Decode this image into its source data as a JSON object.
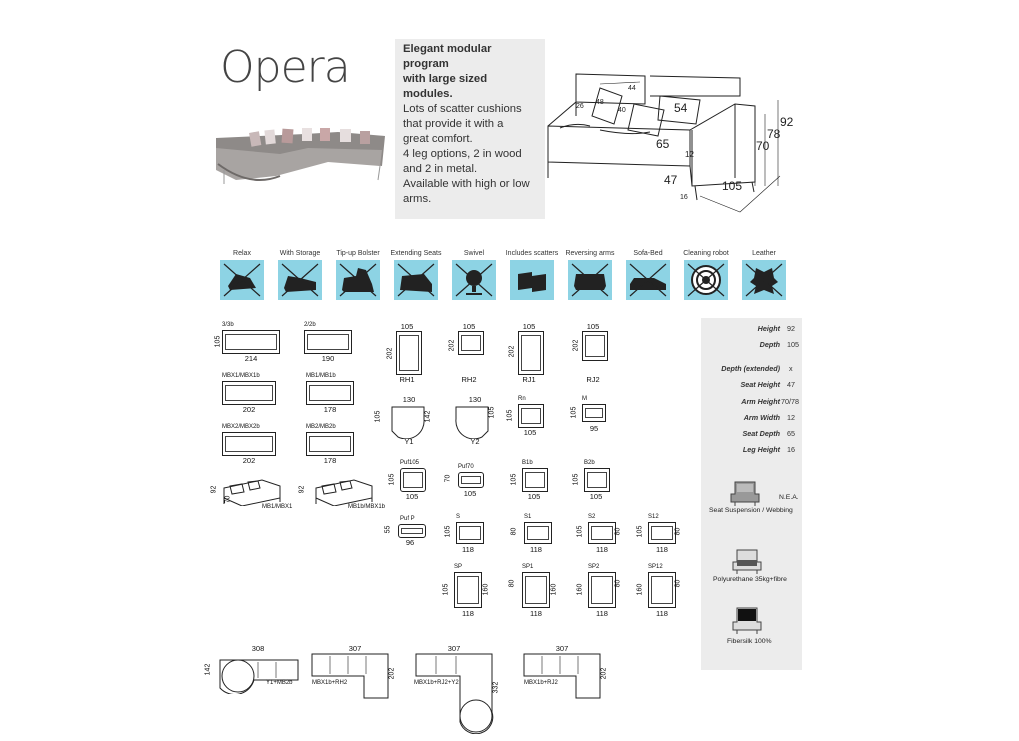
{
  "title": "Opera",
  "description": {
    "bold_line1": "Elegant modular program",
    "bold_line2": "with large sized modules.",
    "lines": [
      "Lots of scatter cushions",
      "that provide it with a",
      "great comfort.",
      "4 leg options, 2 in wood",
      "and 2 in metal.",
      "Available with high or low",
      "arms."
    ]
  },
  "dimensions": {
    "d44": "44",
    "d26": "26",
    "d48": "48",
    "d40": "40",
    "d54": "54",
    "d65": "65",
    "d12": "12",
    "d92": "92",
    "d78": "78",
    "d70": "70",
    "d47": "47",
    "d16": "16",
    "d105": "105"
  },
  "features": [
    "Relax",
    "With Storage",
    "Tip-up Bolster",
    "Extending Seats",
    "Swivel",
    "Includes scatters",
    "Reversing arms",
    "Sofa-Bed",
    "Cleaning robot",
    "Leather"
  ],
  "modules": {
    "m1": {
      "name": "3/3b",
      "w": "214",
      "h": "105"
    },
    "m2": {
      "name": "2/2b",
      "w": "190"
    },
    "m3": {
      "name": "MBX1/MBX1b",
      "w": "202"
    },
    "m4": {
      "name": "MB1/MB1b",
      "w": "178"
    },
    "m5": {
      "name": "MBX2/MBX2b",
      "w": "202"
    },
    "m6": {
      "name": "MB2/MB2b",
      "w": "178"
    },
    "m7": {
      "name": "MB1/MBX1",
      "h1": "92",
      "h2": "70"
    },
    "m8": {
      "name": "MB1b/MBX1b",
      "h1": "92"
    },
    "rh1": {
      "name": "RH1",
      "w": "105",
      "h": "202"
    },
    "rh2": {
      "name": "RH2",
      "w": "105",
      "h": "202"
    },
    "rj1": {
      "name": "RJ1",
      "w": "105",
      "h": "202"
    },
    "rj2": {
      "name": "RJ2",
      "w": "105",
      "h": "202"
    },
    "y1": {
      "name": "Y1",
      "w": "130",
      "h1": "105",
      "h2": "142"
    },
    "y2": {
      "name": "Y2",
      "w": "130",
      "h": "105"
    },
    "rn": {
      "name": "Rn",
      "w": "105",
      "h": "105"
    },
    "m": {
      "name": "M",
      "w": "95",
      "h": "105"
    },
    "puf105": {
      "name": "Puf105",
      "w": "105",
      "h": "105"
    },
    "puf70": {
      "name": "Puf70",
      "w": "105",
      "h": "70"
    },
    "b1b": {
      "name": "B1b",
      "w": "105",
      "h": "105"
    },
    "b2b": {
      "name": "B2b",
      "w": "105",
      "h": "105"
    },
    "pufp": {
      "name": "Puf P",
      "w": "96",
      "h": "55"
    },
    "s": {
      "name": "S",
      "w": "118",
      "h": "105"
    },
    "s1": {
      "name": "S1",
      "w": "118",
      "h": "80"
    },
    "s2": {
      "name": "S2",
      "w": "118",
      "h": "105",
      "h2": "80"
    },
    "s12": {
      "name": "S12",
      "w": "118",
      "h": "105",
      "h2": "80"
    },
    "sp": {
      "name": "SP",
      "w": "118",
      "h": "105",
      "h2": "160"
    },
    "sp1": {
      "name": "SP1",
      "w": "118",
      "h": "80",
      "h2": "160"
    },
    "sp2": {
      "name": "SP2",
      "w": "118",
      "h": "160",
      "h2": "80"
    },
    "sp12": {
      "name": "SP12",
      "w": "118",
      "h": "160",
      "h2": "80"
    }
  },
  "combos": {
    "c1": {
      "name": "Y1+MB2b",
      "w": "308",
      "h": "142"
    },
    "c2": {
      "name": "MBX1b+RH2",
      "w": "307",
      "h": "202"
    },
    "c3": {
      "name": "MBX1b+RJ2+Y2",
      "w": "307",
      "h": "332"
    },
    "c4": {
      "name": "MBX1b+RJ2",
      "w": "307",
      "h": "202"
    }
  },
  "specs": [
    {
      "label": "Height",
      "value": "92"
    },
    {
      "label": "Depth",
      "value": "105"
    },
    {
      "label": "Depth (extended)",
      "value": "x"
    },
    {
      "label": "Seat Height",
      "value": "47"
    },
    {
      "label": "Arm Height",
      "value": "70/78"
    },
    {
      "label": "Arm Width",
      "value": "12"
    },
    {
      "label": "Seat Depth",
      "value": "65"
    },
    {
      "label": "Leg Height",
      "value": "16"
    }
  ],
  "materials": {
    "nea": "N.E.A.",
    "suspension": "Seat Suspension / Webbing",
    "foam": "Polyurethane 35kg+fibre",
    "fibre": "Fibersilk 100%"
  },
  "colors": {
    "icon_bg": "#8dd3e4",
    "panel_bg": "#ececec",
    "sofa": "#8e8a88"
  }
}
